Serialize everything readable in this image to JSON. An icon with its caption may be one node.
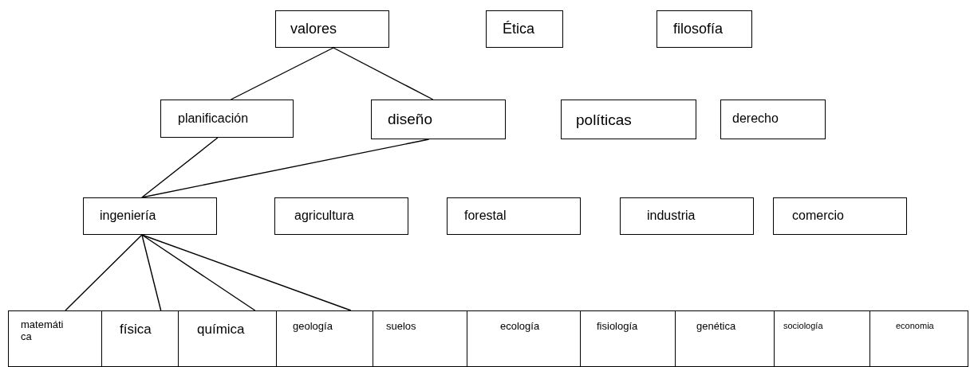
{
  "diagram": {
    "nodes": [
      {
        "text": [
          "valores"
        ]
      },
      {
        "text": [
          "Ética"
        ]
      },
      {
        "text": [
          "filosofía"
        ]
      },
      {
        "text": [
          "planificación"
        ]
      },
      {
        "text": [
          "diseño"
        ]
      },
      {
        "text": [
          "políticas"
        ]
      },
      {
        "text": [
          "derecho"
        ]
      },
      {
        "text": [
          "ingeniería"
        ]
      },
      {
        "text": [
          "agricultura"
        ]
      },
      {
        "text": [
          "forestal"
        ]
      },
      {
        "text": [
          "industria"
        ]
      },
      {
        "text": [
          "comercio"
        ]
      },
      {
        "text": [
          "matemática"
        ]
      },
      {
        "text": [
          "física"
        ]
      },
      {
        "text": [
          "química"
        ]
      },
      {
        "text": [
          "geología"
        ]
      },
      {
        "text": [
          "suelos"
        ]
      },
      {
        "text": [
          "ecología"
        ]
      },
      {
        "text": [
          "fisiología"
        ]
      },
      {
        "text": [
          "genética"
        ]
      },
      {
        "text": [
          "sociología"
        ]
      },
      {
        "text": [
          "economia"
        ]
      }
    ],
    "edges": [
      {
        "from": 0,
        "to": 3,
        "arrow": "none"
      },
      {
        "from": 0,
        "to": 4,
        "arrow": "none"
      },
      {
        "from": 3,
        "to": 7,
        "arrow": "none"
      },
      {
        "from": 4,
        "to": 7,
        "arrow": "none"
      },
      {
        "from": 7,
        "to": 12,
        "arrow": "none"
      },
      {
        "from": 7,
        "to": 13,
        "arrow": "none"
      },
      {
        "from": 7,
        "to": 14,
        "arrow": "none"
      },
      {
        "from": 7,
        "to": 15,
        "arrow": "none"
      }
    ]
  }
}
